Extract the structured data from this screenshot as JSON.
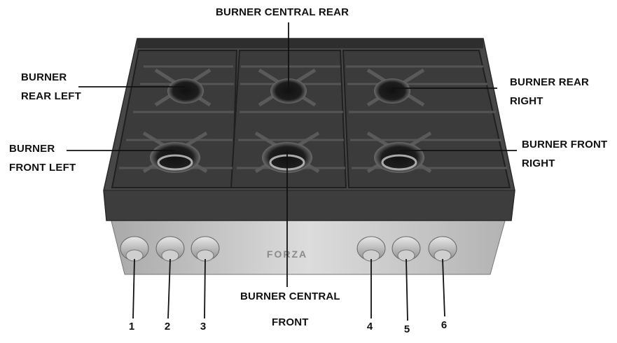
{
  "labels": {
    "central_rear": "BURNER CENTRAL REAR",
    "rear_left_1": "BURNER",
    "rear_left_2": "REAR LEFT",
    "rear_right_1": "BURNER REAR",
    "rear_right_2": "RIGHT",
    "front_left_1": "BURNER",
    "front_left_2": "FRONT LEFT",
    "front_right_1": "BURNER FRONT",
    "front_right_2": "RIGHT",
    "central_front_1": "BURNER CENTRAL",
    "central_front_2": "FRONT"
  },
  "brand": "FORZA",
  "knob_numbers": [
    "1",
    "2",
    "3",
    "4",
    "5",
    "6"
  ],
  "colors": {
    "grate": "#3a3a3a",
    "top_frame": "#4a4a4a",
    "front_panel": "#c9c9c9",
    "knob": "#bdbdbd",
    "line": "#111111"
  }
}
